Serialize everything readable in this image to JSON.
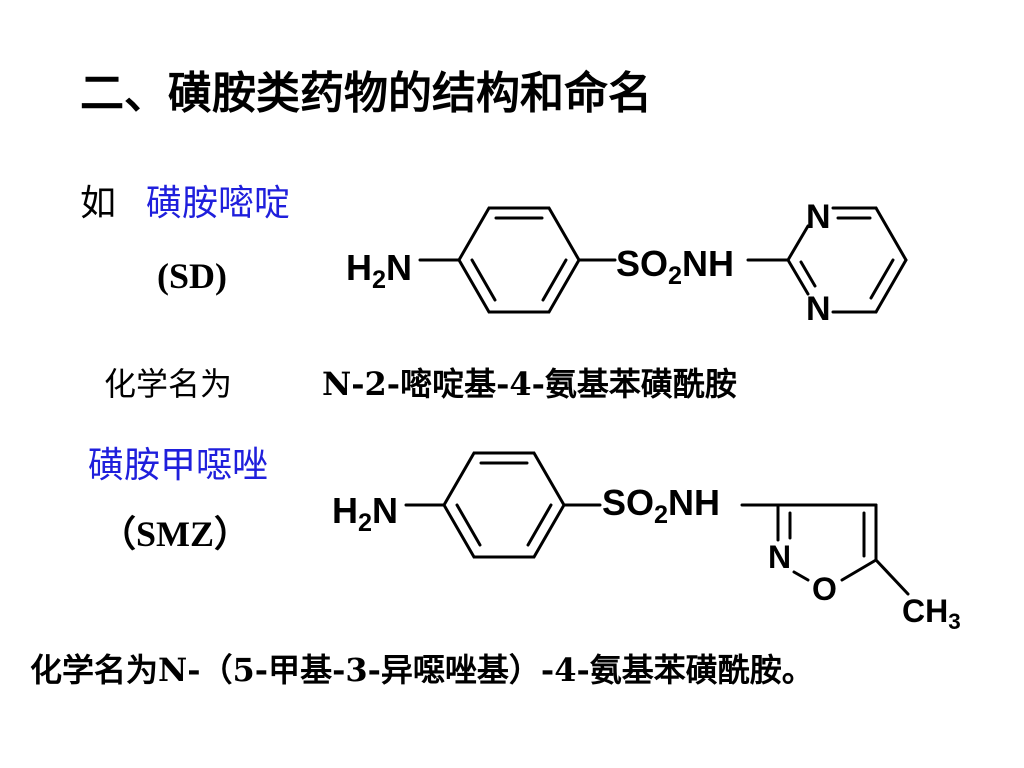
{
  "title": "二、磺胺类药物的结构和命名",
  "sd": {
    "prefix": "如",
    "name": "磺胺嘧啶",
    "abbr": "(SD)",
    "chem_label": "化学名为",
    "chem_name": "N-2-嘧啶基-4-氨基苯磺酰胺",
    "structure": {
      "amine": "H2N",
      "sulfonamide": "SO2NH",
      "ring_n_top": "N",
      "ring_n_bottom": "N"
    }
  },
  "smz": {
    "name": "磺胺甲噁唑",
    "abbr": "（SMZ）",
    "chem_name": "化学名为N-（5-甲基-3-异噁唑基）-4-氨基苯磺酰胺。",
    "structure": {
      "amine": "H2N",
      "sulfonamide": "SO2NH",
      "ring_n": "N",
      "ring_o": "O",
      "methyl": "CH3"
    }
  },
  "colors": {
    "accent_blue": "#1f1fdc",
    "text": "#000000",
    "background": "#ffffff"
  }
}
